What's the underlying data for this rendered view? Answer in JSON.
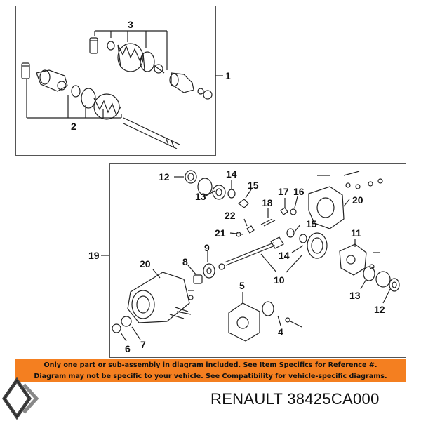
{
  "diagram": {
    "callouts": [
      "1",
      "2",
      "3",
      "4",
      "5",
      "6",
      "7",
      "8",
      "9",
      "10",
      "11",
      "12",
      "12",
      "13",
      "13",
      "14",
      "14",
      "15",
      "15",
      "16",
      "17",
      "18",
      "19",
      "20",
      "20",
      "21",
      "22"
    ]
  },
  "banner": {
    "line1": "Only one part or sub-assembly in diagram included. See Item Specifics for Reference #.",
    "line2": "Diagram may not be specific to your vehicle. See Compatibility for vehicle-specific diagrams."
  },
  "brand": {
    "maker": "RENAULT",
    "part_number": "38425CA000",
    "logo_icon": "renault-diamond-logo-icon"
  }
}
